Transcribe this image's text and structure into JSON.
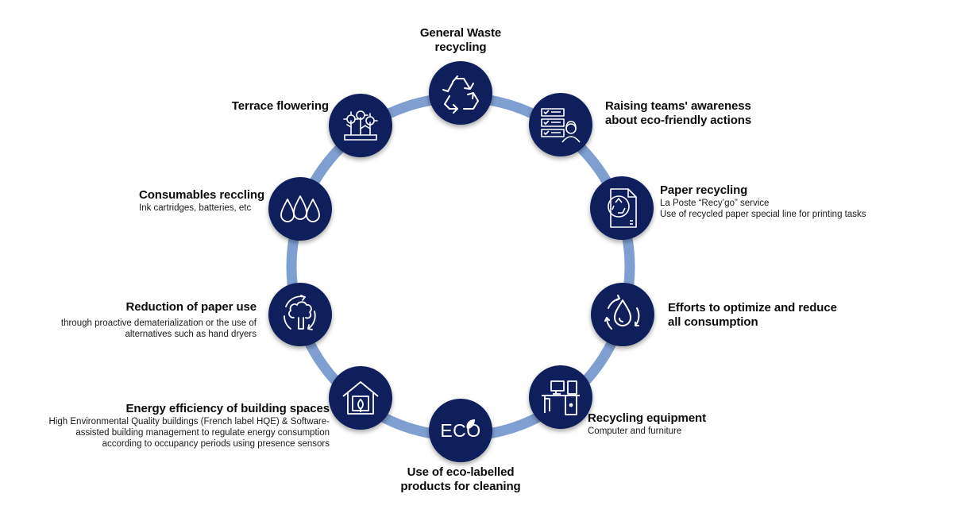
{
  "accent_ring_color": "#7f9fd0",
  "node_color": "#0f1f5c",
  "items": [
    {
      "icon": "recycle-icon",
      "title_lines": [
        "General Waste",
        "recycling"
      ],
      "subtitle_lines": []
    },
    {
      "icon": "checklist-person-icon",
      "title_lines": [
        "Raising teams' awareness",
        "about eco-friendly actions"
      ],
      "subtitle_lines": []
    },
    {
      "icon": "paper-recycle-icon",
      "title_lines": [
        "Paper recycling"
      ],
      "subtitle_lines": [
        "La Poste “Recy’go” service",
        "Use of recycled paper special line for printing tasks"
      ]
    },
    {
      "icon": "water-drop-cycle-icon",
      "title_lines": [
        "Efforts to optimize and reduce",
        "all consumption"
      ],
      "subtitle_lines": []
    },
    {
      "icon": "computer-furniture-icon",
      "title_lines": [
        "Recycling equipment"
      ],
      "subtitle_lines": [
        "Computer and furniture"
      ]
    },
    {
      "icon": "eco-leaf-icon",
      "icon_text": "ECO",
      "title_lines": [
        "Use of eco-labelled",
        "products for cleaning"
      ],
      "subtitle_lines": []
    },
    {
      "icon": "eco-house-icon",
      "title_lines": [
        "Energy efficiency of building spaces"
      ],
      "subtitle_lines": [
        "High Environmental Quality buildings (French label HQE) & Software-",
        "assisted building management to regulate energy consumption",
        "according to occupancy periods using presence sensors"
      ]
    },
    {
      "icon": "tree-cycle-icon",
      "title_lines": [
        "Reduction of paper use"
      ],
      "subtitle_lines": [
        "through proactive dematerialization or the use of",
        "alternatives such as hand dryers"
      ]
    },
    {
      "icon": "ink-drops-icon",
      "title_lines": [
        "Consumables reccling"
      ],
      "subtitle_lines": [
        "Ink cartridges, batteries, etc"
      ]
    },
    {
      "icon": "flowers-planter-icon",
      "title_lines": [
        "Terrace flowering"
      ],
      "subtitle_lines": []
    }
  ]
}
